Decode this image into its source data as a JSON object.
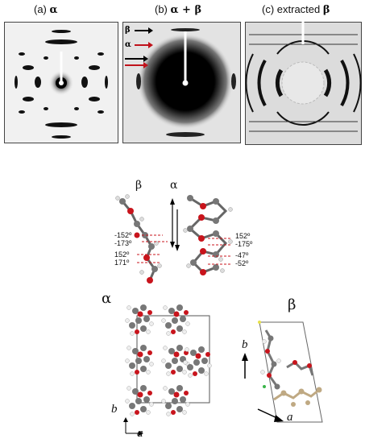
{
  "diffraction": {
    "panel_a": {
      "prefix": "(a) ",
      "greek": "α"
    },
    "panel_b": {
      "prefix": "(b) ",
      "greek": "α + β"
    },
    "panel_c": {
      "prefix": "(c) extracted ",
      "greek": "β"
    },
    "legend_beta": "β",
    "legend_alpha": "α",
    "colors": {
      "beta_arrow": "#000000",
      "alpha_arrow": "#c0121b"
    }
  },
  "chains": {
    "label_beta": "β",
    "label_alpha": "α",
    "angles_beta": [
      "-152º",
      "-173º",
      "152º",
      "171º"
    ],
    "angles_alpha": [
      "152º",
      "-175º",
      "-47º",
      "-52º"
    ]
  },
  "cells": {
    "alpha_label": "α",
    "beta_label": "β",
    "axis_b": "b",
    "axis_a": "a",
    "axis_b2": "b",
    "axis_a2": "a"
  }
}
